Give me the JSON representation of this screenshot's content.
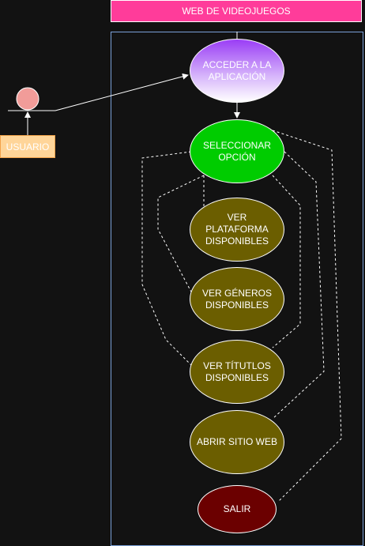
{
  "diagram": {
    "title": "WEB DE VIDEOJUEGOS",
    "actor": {
      "label": "USUARIO"
    },
    "use_cases": {
      "access": "ACCEDER A LA\nAPLICACIÓN",
      "select": "SELECCIONAR\nOPCIÓN",
      "plataforma": "VER\nPLATAFORMA\nDISPONIBLES",
      "generos": "VER GÉNEROS\nDISPONIBLES",
      "titulos": "VER TÍTUTLOS\nDISPONIBLES",
      "sitio": "ABRIR SITIO WEB",
      "salir": "SALIR"
    },
    "colors": {
      "title_bg": "#ff3c9a",
      "actor_head": "#f19c99",
      "actor_label_bg": "#ffd599",
      "access": "#9a3df5",
      "select": "#00cc00",
      "options": "#6b5e00",
      "salir": "#6b0000",
      "boundary": "#7aa0d8",
      "background": "#121212"
    }
  }
}
